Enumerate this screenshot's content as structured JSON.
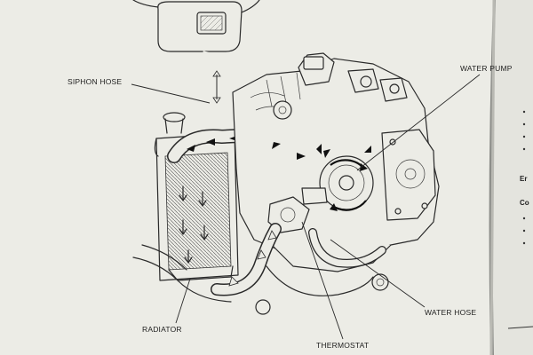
{
  "labels": {
    "siphon_hose": "SIPHON HOSE",
    "water_pump": "WATER PUMP",
    "radiator": "RADIATOR",
    "water_hose": "WATER HOSE",
    "thermostat": "THERMOSTAT"
  },
  "side_text": [
    "Er",
    "Co"
  ],
  "colors": {
    "paper": "#ecece6",
    "ink": "#2a2a2a",
    "shadow": "#8d8e8a"
  }
}
